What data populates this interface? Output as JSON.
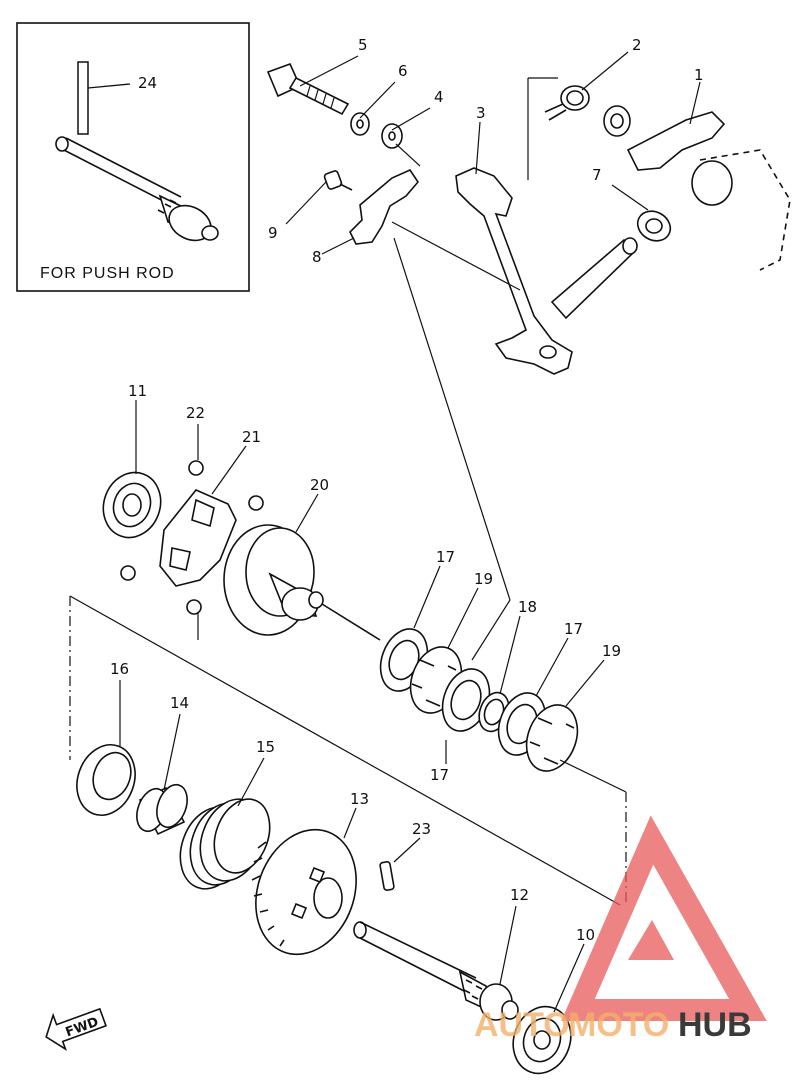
{
  "inset": {
    "caption": "FOR PUSH ROD"
  },
  "callouts": [
    "1",
    "2",
    "3",
    "4",
    "5",
    "6",
    "7",
    "8",
    "9",
    "10",
    "11",
    "12",
    "13",
    "14",
    "15",
    "16",
    "17",
    "17",
    "17",
    "18",
    "19",
    "19",
    "20",
    "21",
    "22",
    "23",
    "24"
  ],
  "fwd_label": "FWD",
  "watermark": {
    "part1": "AUTO",
    "part2": "MOTO",
    "part3": "HUB",
    "color_auto": "#f3b06a",
    "color_moto": "#f3b06a",
    "color_hub": "#3a3a3a",
    "logo_color": "#e85a5a"
  },
  "colors": {
    "line": "#111111",
    "background": "#ffffff"
  }
}
